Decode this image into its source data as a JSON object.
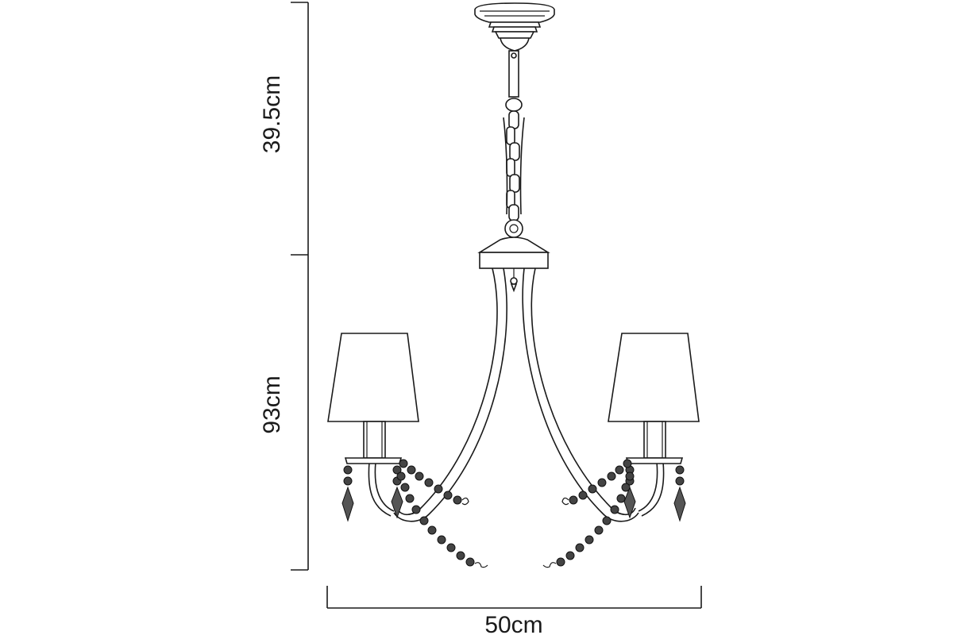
{
  "dimensions": {
    "top_height": "39.5cm",
    "body_height": "93cm",
    "width": "50cm"
  }
}
